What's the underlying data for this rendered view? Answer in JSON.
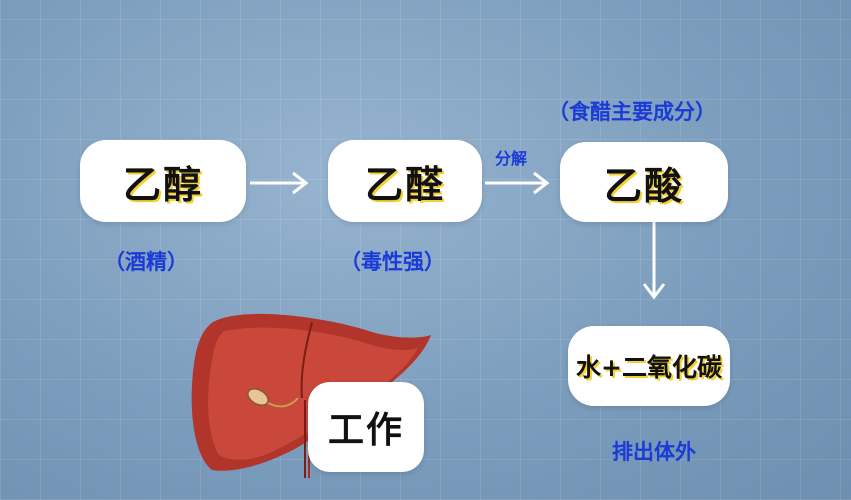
{
  "nodes": {
    "ethanol": "乙醇",
    "acetaldehyde": "乙醛",
    "acetic_acid": "乙酸",
    "products": "水+二氧化碳",
    "work": "工作"
  },
  "notes": {
    "ethanol": "（酒精）",
    "acetaldehyde": "（毒性强）",
    "acetic_acid": "（食醋主要成分）",
    "products": "排出体外"
  },
  "edges": {
    "decompose": "分解"
  },
  "colors": {
    "background": "#7e9fbe",
    "note_text": "#1b3bd6",
    "text_highlight": "#f3d230",
    "liver": "#b2352c"
  },
  "icons": {
    "liver": "liver-icon"
  }
}
